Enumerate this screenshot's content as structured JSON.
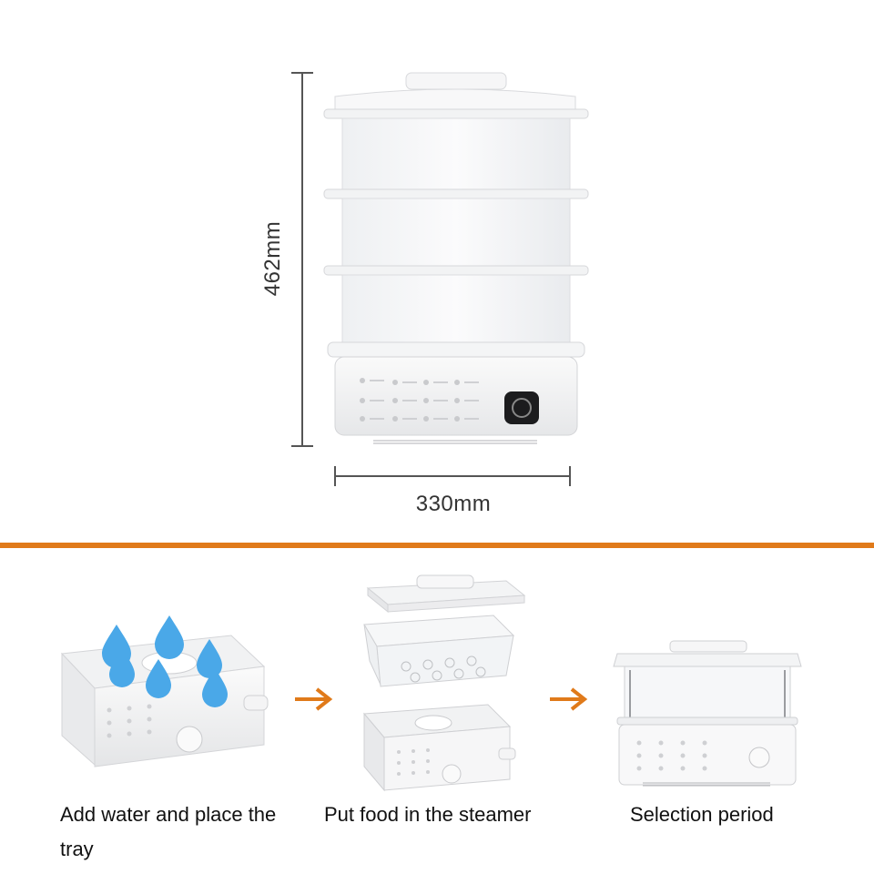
{
  "dimensions": {
    "height_label": "462mm",
    "width_label": "330mm"
  },
  "colors": {
    "divider": "#E07A1A",
    "arrow": "#E07A1A",
    "water_drop": "#4AA8E8",
    "product_white": "#F4F5F6",
    "dimension_line": "#555555"
  },
  "steps": [
    {
      "caption": "Add water and place the tray"
    },
    {
      "caption": "Put food in the steamer"
    },
    {
      "caption": "Selection period"
    }
  ]
}
